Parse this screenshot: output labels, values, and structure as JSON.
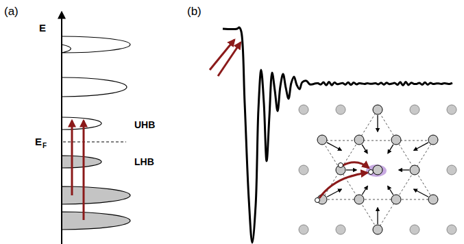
{
  "diagram": {
    "labels": [
      "(a)",
      "(b)",
      "E",
      "E",
      "F",
      "UHB",
      "LHB"
    ]
  }
}
